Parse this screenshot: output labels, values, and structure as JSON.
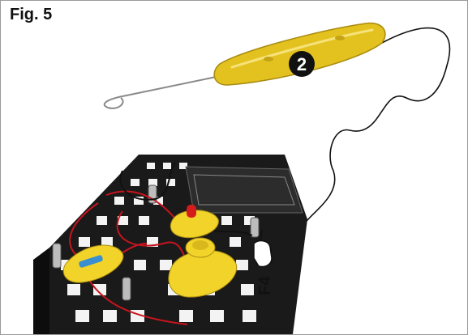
{
  "figure": {
    "title": "Fig. 5"
  },
  "callouts": {
    "step_marker": "2",
    "connector_label": "F4"
  },
  "colors": {
    "probe_handle": "#e3c21f",
    "probe_handle_dark": "#a88a10",
    "board": "#1a1a1a",
    "red_wire": "#c8141e",
    "black_wire": "#111111",
    "yellow_component": "#f2d32a",
    "marker_fill": "#111111",
    "marker_text": "#ffffff"
  },
  "icons": [
    "probe-tool",
    "hand-pointer-icon",
    "number-badge"
  ]
}
